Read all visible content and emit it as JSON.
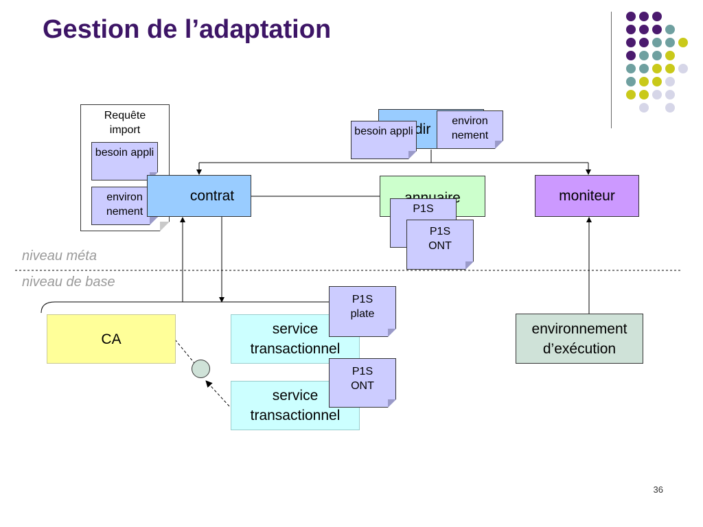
{
  "slide": {
    "title": "Gestion de l’adaptation",
    "page_number": "36"
  },
  "levels": {
    "meta": "niveau méta",
    "base": "niveau de base"
  },
  "request": {
    "title": "Requête import",
    "note1": "besoin appli",
    "note2": "environ nement"
  },
  "boxes": {
    "top_partial": "dir",
    "contrat": "contrat",
    "annuaire": "annuaire",
    "moniteur": "moniteur",
    "ca": "CA",
    "service1": "service transactionnel",
    "service2": "service transactionnel",
    "env_exec": "environnement d’exécution"
  },
  "notes": {
    "top_besoin": "besoin appli",
    "top_environ": "environ nement",
    "annuaire_p1s_back": "P1S",
    "annuaire_p1s_ont": "P1S ONT",
    "service1_p1s_plate": "P1S plate",
    "service2_p1s_ont": "P1S ONT"
  },
  "colors": {
    "title": "#3d1566",
    "blue_box": "#99ccff",
    "green_box": "#ccffcc",
    "purple_box": "#cc99ff",
    "yellow_box": "#ffff99",
    "cyan_box": "#ccffff",
    "gray_green_box": "#cfe2d8",
    "note_fill": "#ccccff",
    "dot_purple": "#4b1a6e",
    "dot_teal": "#6fa0a0",
    "dot_yellow": "#c9c91a",
    "dot_lilac": "#d6d6e8"
  }
}
